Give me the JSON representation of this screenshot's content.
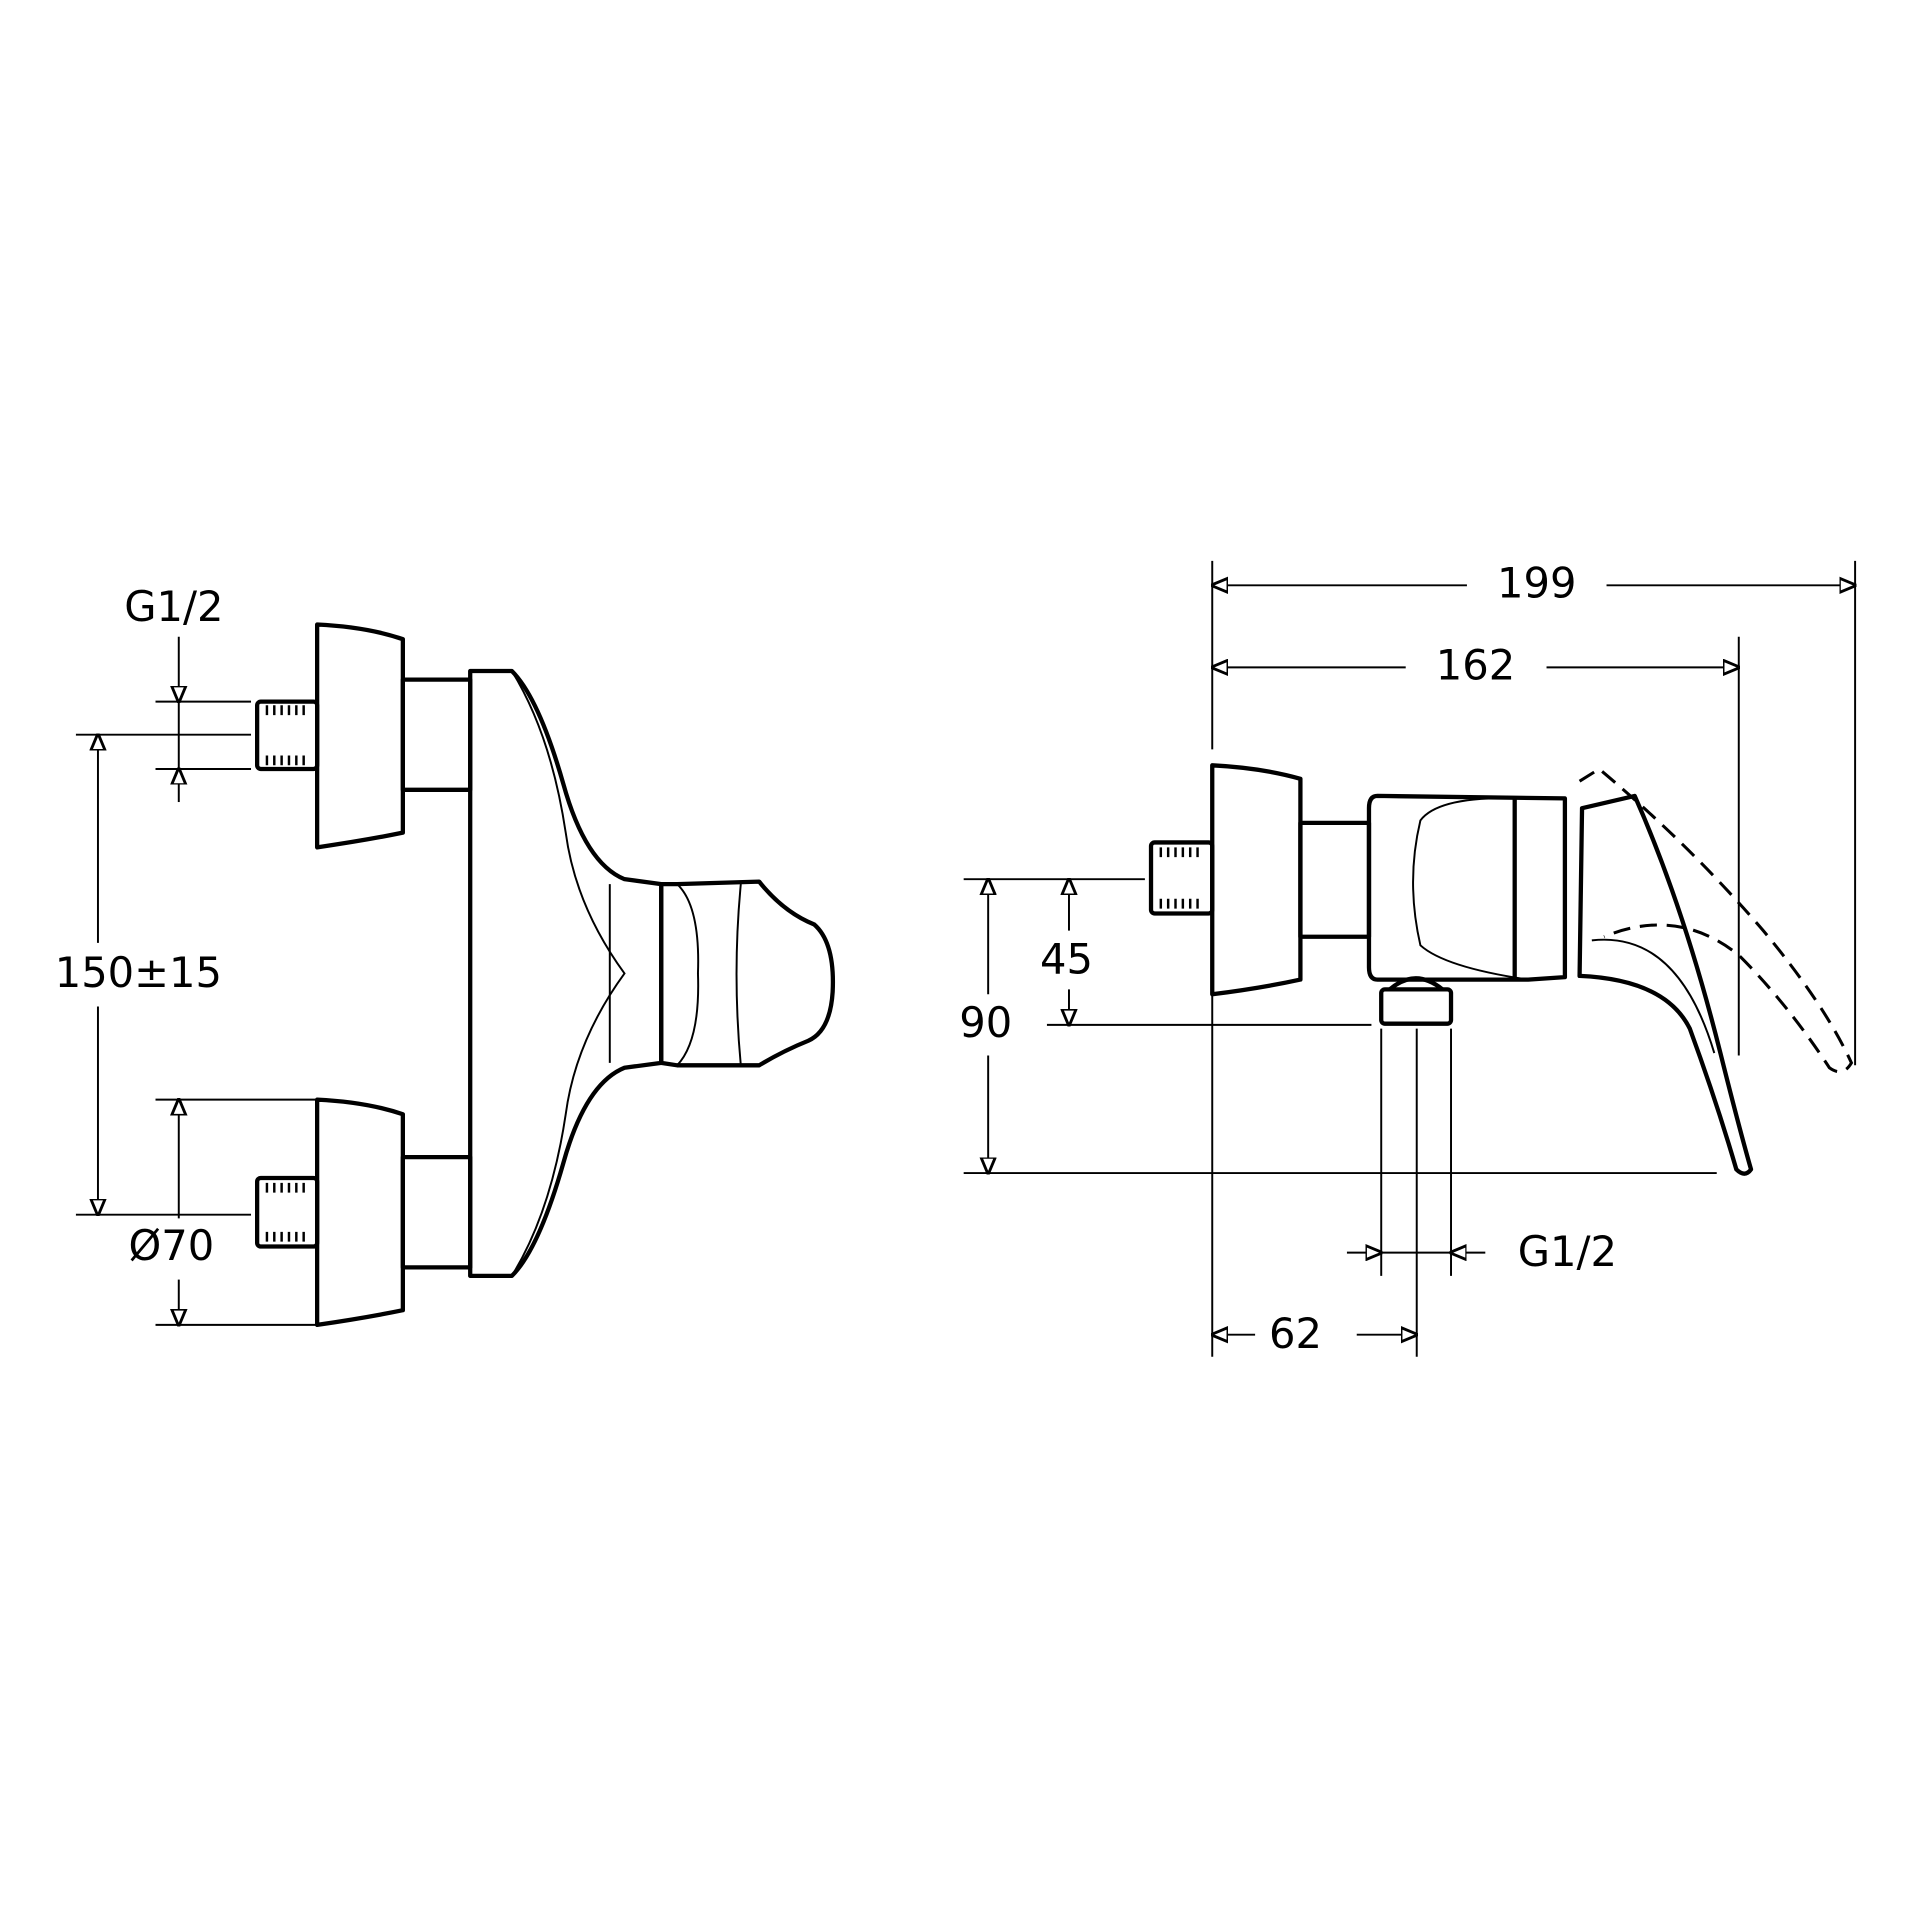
{
  "front_view": {
    "thread_label": "G1/2",
    "inlet_spacing_label": "150±15",
    "escutcheon_diameter_label": "Ø70"
  },
  "side_view": {
    "overall_length_label": "199",
    "lever_length_label": "162",
    "inlet_height_label": "45",
    "lever_height_label": "90",
    "outlet_thread_label": "G1/2",
    "outlet_offset_label": "62"
  }
}
